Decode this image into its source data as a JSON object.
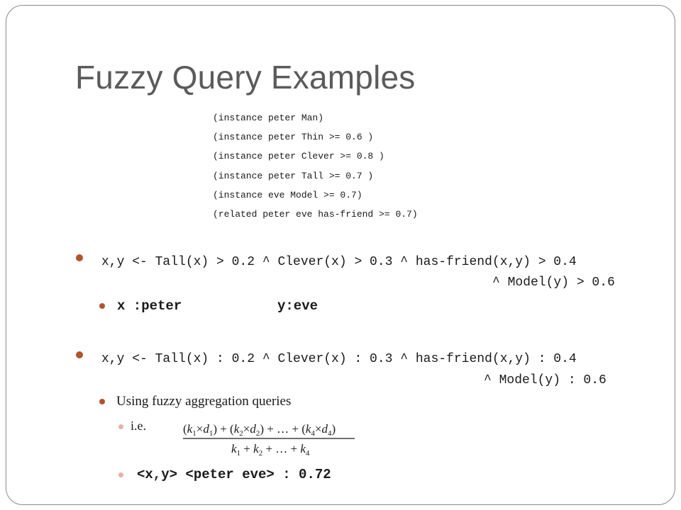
{
  "title": "Fuzzy Query Examples",
  "facts": [
    "(instance peter Man)",
    "(instance peter Thin >= 0.6 )",
    "(instance peter Clever >= 0.8 )",
    "(instance peter Tall >= 0.7 )",
    "(instance eve Model >= 0.7)",
    "(related peter eve has-friend >= 0.7)"
  ],
  "query1": {
    "line1": "x,y <- Tall(x) > 0.2 ^ Clever(x) > 0.3 ^ has-friend(x,y) > 0.4",
    "line2": "^ Model(y) > 0.6",
    "answer_x": "x :peter",
    "answer_y": "y:eve"
  },
  "query2": {
    "line1": "x,y <- Tall(x) : 0.2 ^ Clever(x) : 0.3 ^ has-friend(x,y) : 0.4",
    "line2": "^ Model(y) : 0.6",
    "sub_bullet": "Using fuzzy aggregation queries",
    "ie_label": "i.e.",
    "formula": {
      "numerator": "(k1×d1)+(k2×d2)+…+(k4×d4)",
      "denominator": "k1+k2+…+k4"
    },
    "result": "<x,y> <peter eve> : 0.72"
  },
  "colors": {
    "bullet_accent": "#b2532e",
    "bullet_light": "#e6b2a3",
    "title": "#5b5b5b",
    "border": "#8a8a8a"
  }
}
